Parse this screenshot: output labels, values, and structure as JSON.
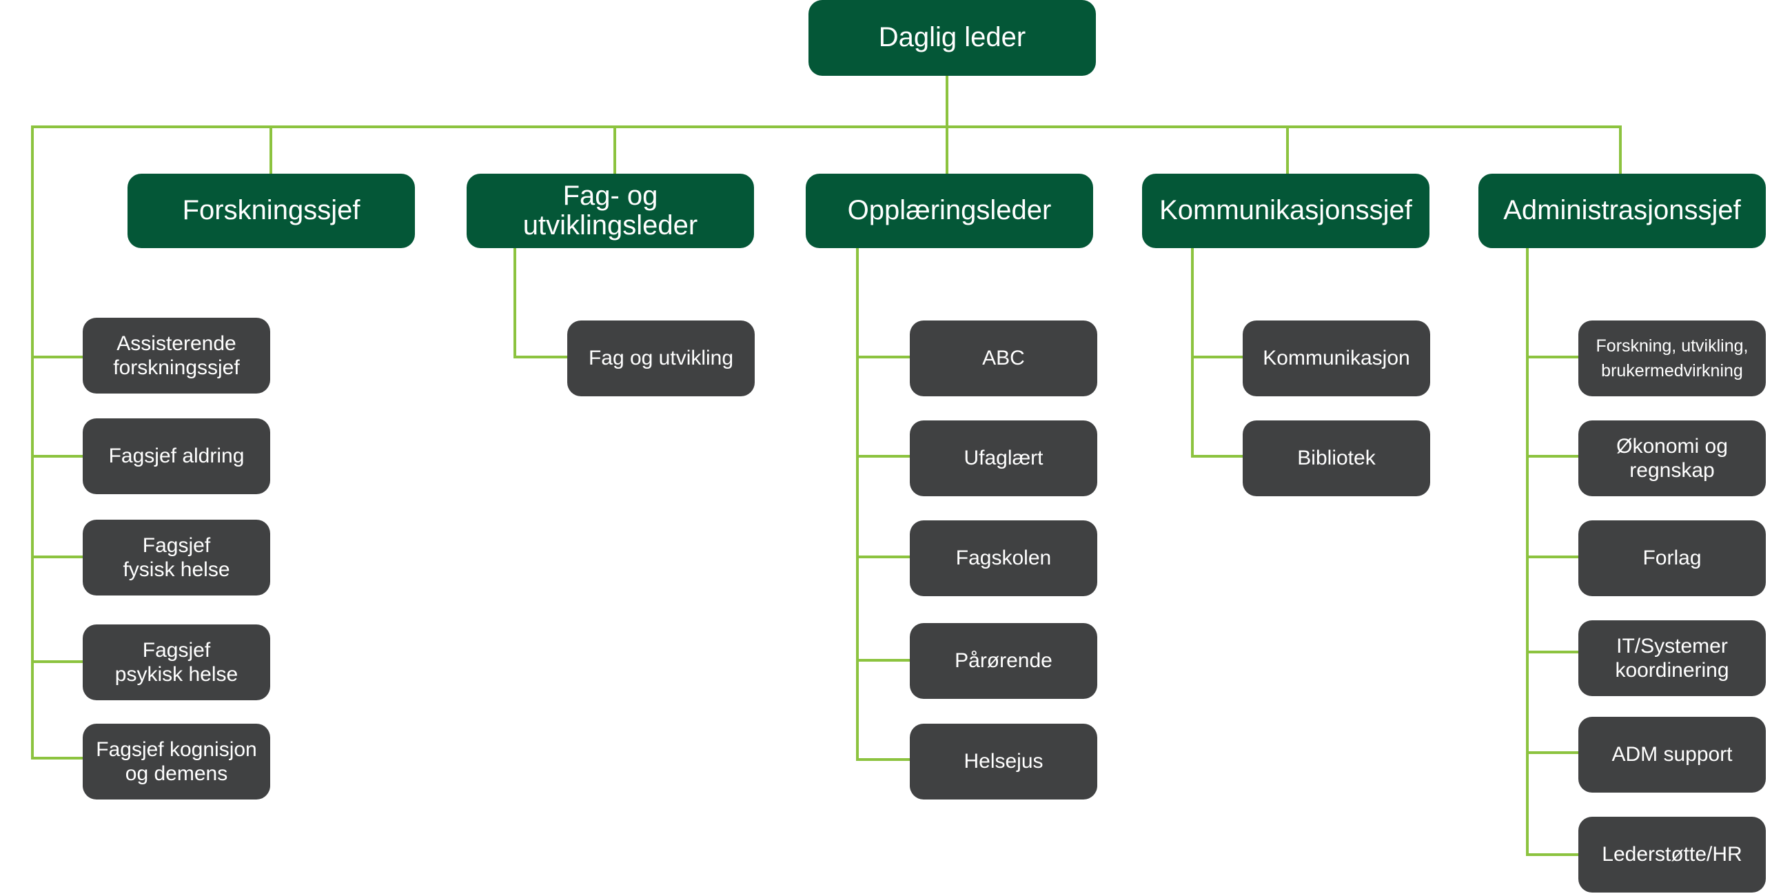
{
  "chart": {
    "root": {
      "label": "Daglig leder"
    },
    "departments": [
      {
        "label": "Forskningssjef",
        "units": [
          "Assisterende\nforskningssjef",
          "Fagsjef aldring",
          "Fagsjef\nfysisk helse",
          "Fagsjef\npsykisk helse",
          "Fagsjef kognisjon\nog demens"
        ]
      },
      {
        "label": "Fag- og\nutviklingsleder",
        "units": [
          "Fag og utvikling"
        ]
      },
      {
        "label": "Opplæringsleder",
        "units": [
          "ABC",
          "Ufaglært",
          "Fagskolen",
          "Pårørende",
          "Helsejus"
        ]
      },
      {
        "label": "Kommunikasjonssjef",
        "units": [
          "Kommunikasjon",
          "Bibliotek"
        ]
      },
      {
        "label": "Administrasjonssjef",
        "units": [
          "Forskning, utvikling,\nbrukermedvirkning",
          "Økonomi og\nregnskap",
          "Forlag",
          "IT/Systemer\nkoordinering",
          "ADM support",
          "Lederstøtte/HR"
        ]
      }
    ]
  },
  "colors": {
    "leader_fill": "#045737",
    "unit_fill": "#404142",
    "connector": "#8cc33f",
    "text": "#ffffff"
  }
}
